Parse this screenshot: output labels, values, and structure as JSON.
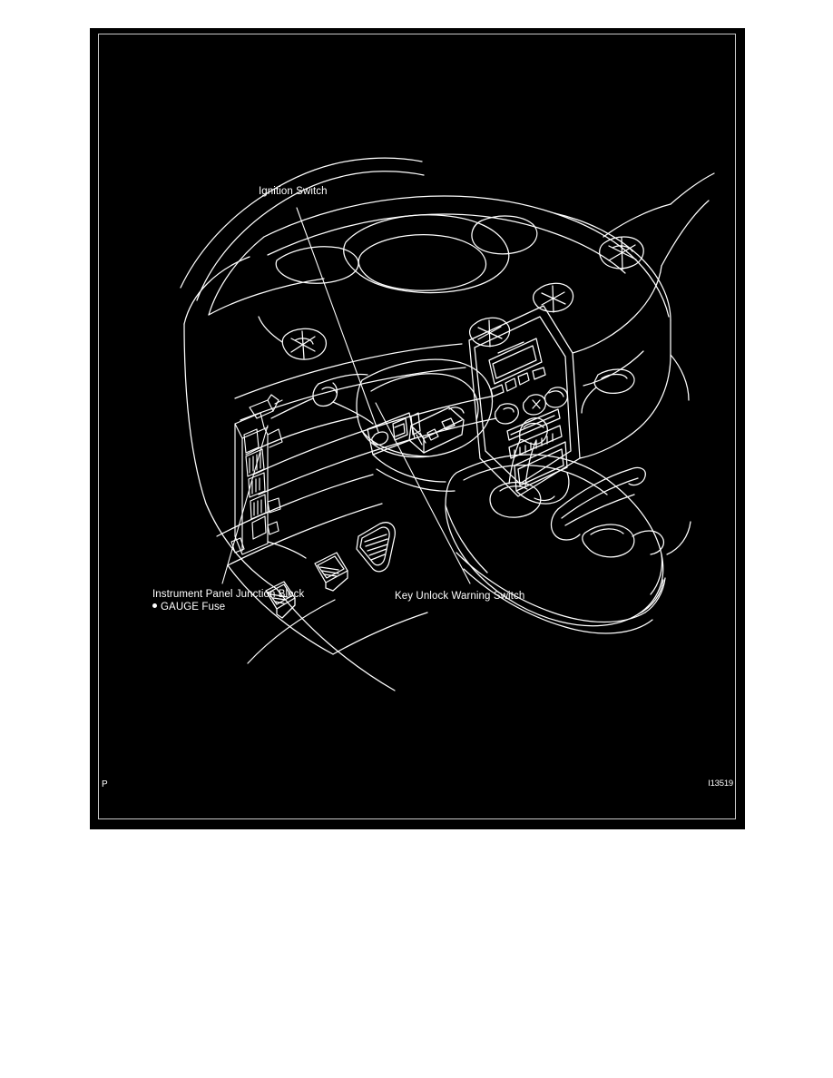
{
  "document": {
    "page_mark": "P",
    "figure_id": "I13519"
  },
  "figure": {
    "background_color": "#000000",
    "line_color": "#ffffff",
    "description": "Line-art illustration of a vehicle instrument panel and center console viewed from the driver side",
    "callouts": [
      {
        "id": "ignition-switch",
        "label": "Ignition Switch",
        "sublabel": null,
        "leader_from": [
          228,
          198
        ],
        "leader_to": [
          318,
          445
        ]
      },
      {
        "id": "instrument-panel-junction-block",
        "label": "Instrument Panel Junction Block",
        "sublabel": "GAUGE Fuse",
        "leader_from": [
          146,
          612
        ],
        "leader_to": [
          196,
          438
        ]
      },
      {
        "id": "key-unlock-warning-switch",
        "label": "Key Unlock Warning Switch",
        "sublabel": null,
        "leader_from": [
          419,
          612
        ],
        "leader_to": [
          315,
          413
        ]
      }
    ]
  }
}
